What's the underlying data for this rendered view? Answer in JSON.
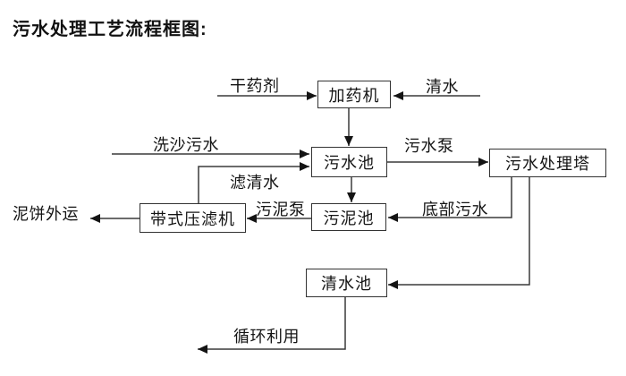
{
  "title": "污水处理工艺流程框图:",
  "nodes": {
    "dosing_machine": "加药机",
    "sewage_pool": "污水池",
    "treatment_tower": "污水处理塔",
    "sludge_pool": "污泥池",
    "belt_filter_press": "带式压滤机",
    "clear_water_pool": "清水池"
  },
  "edge_labels": {
    "dry_chemical": "干药剂",
    "clear_water": "清水",
    "sand_washing_sewage": "洗沙污水",
    "sewage_pump": "污水泵",
    "filtered_water": "滤清水",
    "sludge_pump": "污泥泵",
    "bottom_sewage": "底部污水",
    "mud_cake_outbound": "泥饼外运",
    "recycling": "循环利用"
  },
  "colors": {
    "line": "#3a3a3a",
    "arrow": "#141414",
    "text": "#141414",
    "box_border": "#333333",
    "background": "#ffffff"
  }
}
